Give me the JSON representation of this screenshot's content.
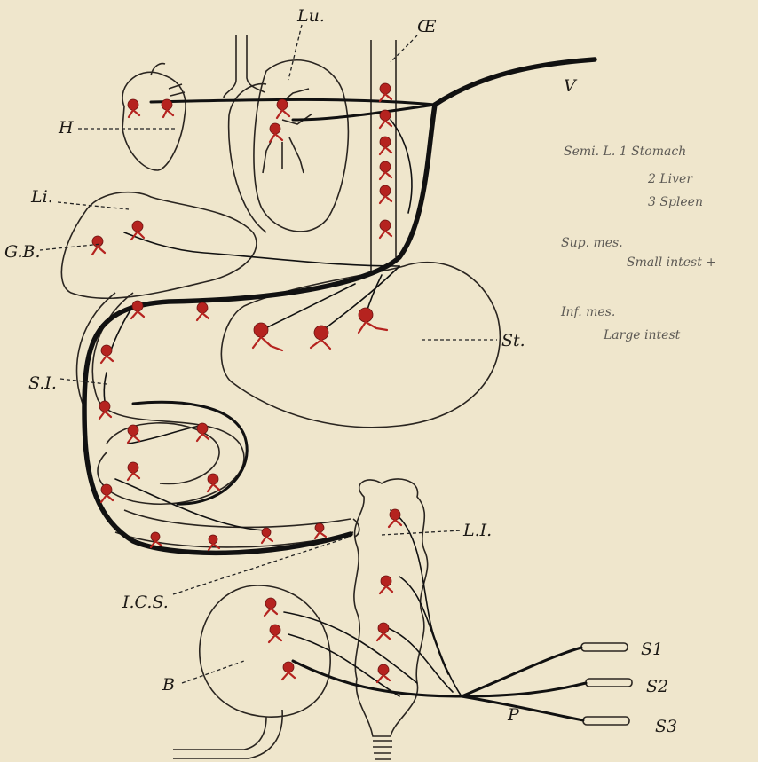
{
  "labels": {
    "lu": "Lu.",
    "oe": "Œ",
    "v": "V",
    "h": "H",
    "li": "Li.",
    "gb": "G.B.",
    "st": "St.",
    "si": "S.I.",
    "li2": "L.I.",
    "ics": "I.C.S.",
    "b": "B",
    "p": "P",
    "s1": "S1",
    "s2": "S2",
    "s3": "S3"
  },
  "notes": {
    "n1": "Semi. L. 1 Stomach",
    "n2": "2 Liver",
    "n3": "3 Spleen",
    "n4": "Sup. mes.",
    "n5": "Small intest +",
    "n6": "Inf. mes.",
    "n7": "Large intest"
  },
  "colors": {
    "paper": "#efe6cc",
    "ink": "#111111",
    "vessel_red": "#b5231f"
  }
}
